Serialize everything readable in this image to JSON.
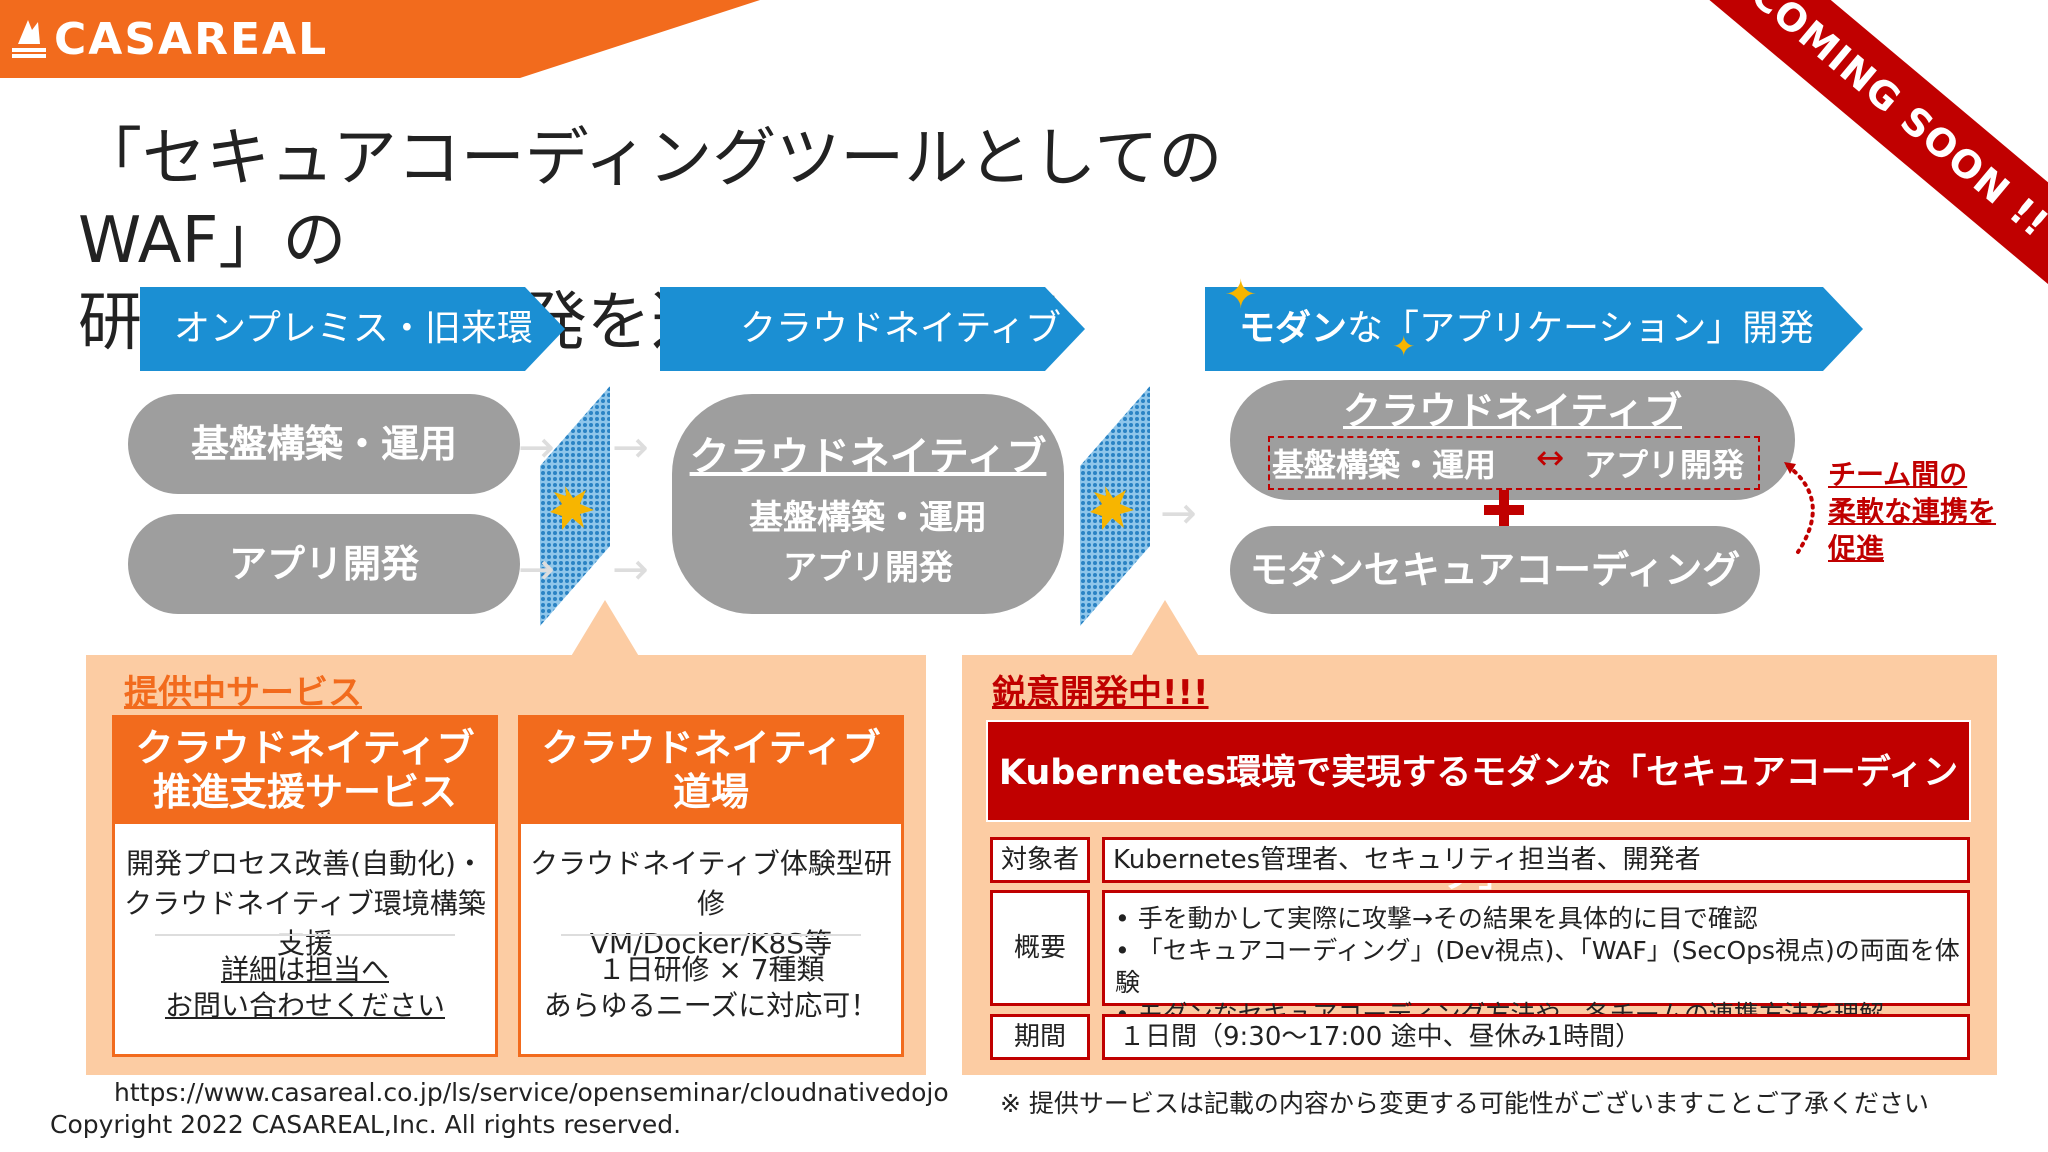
{
  "brand": {
    "logo_text": "CASAREAL",
    "ribbon": "COMING SOON !!"
  },
  "title": {
    "line1": "「セキュアコーディングツールとしてのWAF」の",
    "line2": "研修コースの開発を進めています！"
  },
  "stages": [
    "オンプレミス・旧来環境",
    "クラウドネイティブ",
    "モダンな「アプリケーション」開発"
  ],
  "stage3": {
    "bold": "モダン",
    "rest": "な「アプリケーション」開発"
  },
  "left_pills": {
    "infra": "基盤構築・運用",
    "app": "アプリ開発"
  },
  "mid_pill": {
    "title": "クラウドネイティブ",
    "line1": "基盤構築・運用",
    "line2": "アプリ開発"
  },
  "right_pill": {
    "title": "クラウドネイティブ",
    "left": "基盤構築・運用",
    "arrow": "↔",
    "right": "アプリ開発",
    "secure": "モダンセキュアコーディング"
  },
  "team_note": [
    "チーム間の",
    "柔軟な連携を",
    "促進"
  ],
  "services": {
    "heading": "提供中サービス",
    "cards": [
      {
        "title1": "クラウドネイティブ",
        "title2": "推進支援サービス",
        "body1": "開発プロセス改善(自動化)・",
        "body2": "クラウドネイティブ環境構築支援",
        "foot1": "詳細は担当へ",
        "foot2": "お問い合わせください"
      },
      {
        "title1": "クラウドネイティブ",
        "title2": "道場",
        "body1": "クラウドネイティブ体験型研修",
        "body2": "VM/Docker/K8S等",
        "foot1": "１日研修 × 7種類",
        "foot2": "あらゆるニーズに対応可！"
      }
    ]
  },
  "development": {
    "heading": "鋭意開発中!!!",
    "banner": "Kubernetes環境で実現するモダンな「セキュアコーディング」",
    "rows": {
      "target_label": "対象者",
      "target_value": "Kubernetes管理者、セキュリティ担当者、開発者",
      "summary_label": "概要",
      "summary_items": [
        "手を動かして実際に攻撃→その結果を具体的に目で確認",
        "「セキュアコーディング」(Dev視点)、「WAF」(SecOps視点)の両面を体験",
        "モダンなセキュアコーディング方法や、各チームの連携方法を理解"
      ],
      "period_label": "期間",
      "period_value": "１日間（9:30〜17:00 途中、昼休み1時間）"
    }
  },
  "footer": {
    "url": "https://www.casareal.co.jp/ls/service/openseminar/cloudnativedojo",
    "copyright": "Copyright 2022 CASAREAL,Inc. All rights reserved.",
    "notice": "※ 提供サービスは記載の内容から変更する可能性がございますことご了承ください"
  },
  "colors": {
    "orange": "#f26b1d",
    "red": "#c00000",
    "blue": "#1b8fd3",
    "gray": "#9e9e9e",
    "peach": "#fccca3"
  }
}
